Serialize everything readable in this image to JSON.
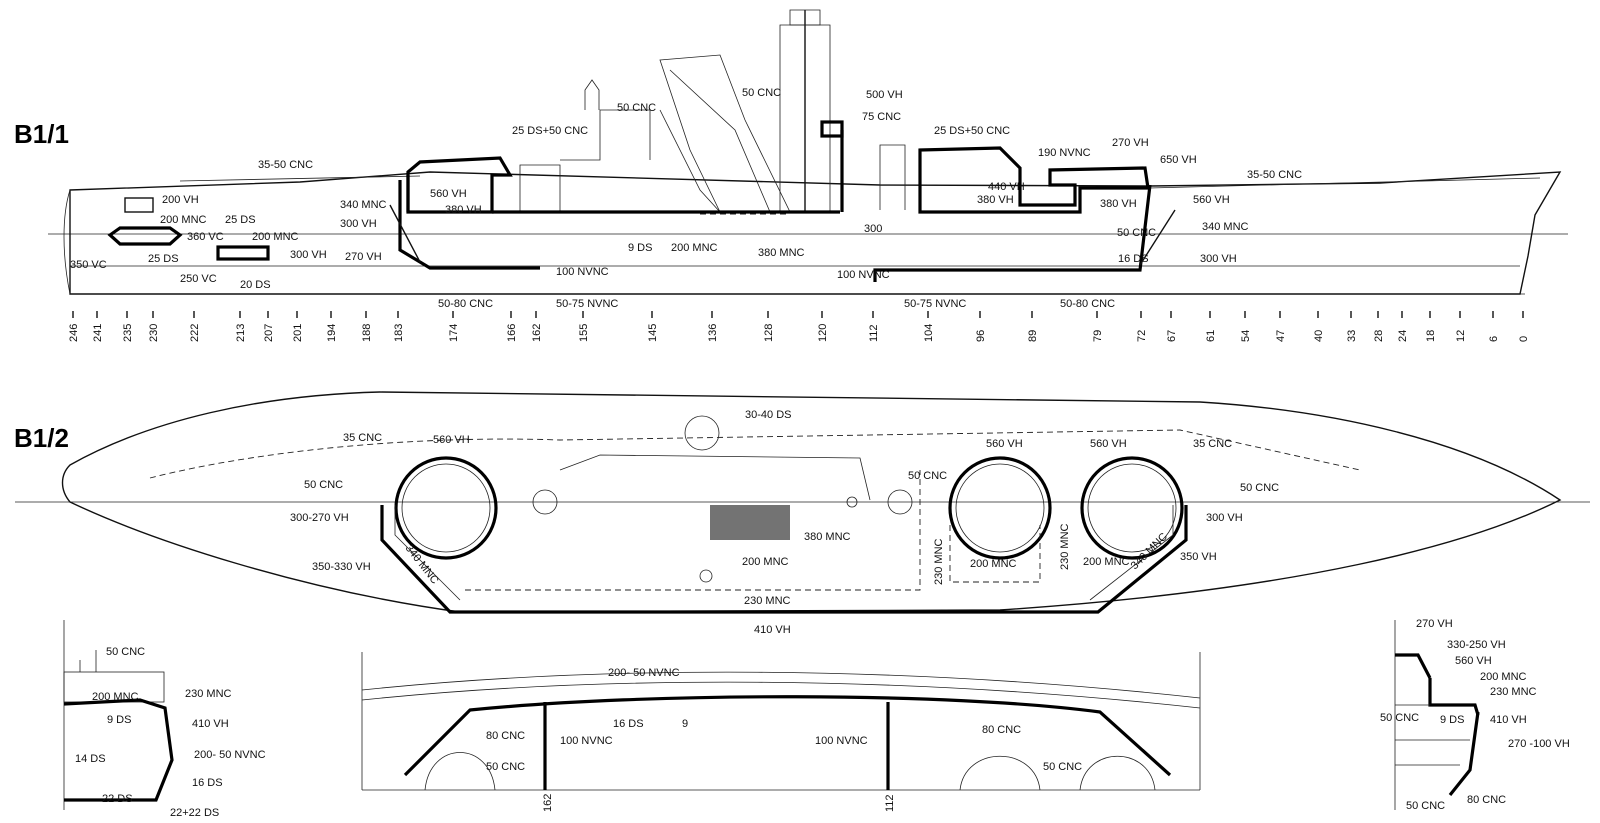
{
  "sections": {
    "profile_title": "B1/1",
    "plan_title": "B1/2"
  },
  "profile": {
    "frames": [
      "246",
      "241",
      "235",
      "230",
      "222",
      "213",
      "207",
      "201",
      "194",
      "188",
      "183",
      "174",
      "166",
      "162",
      "155",
      "145",
      "136",
      "128",
      "120",
      "112",
      "104",
      "96",
      "89",
      "79",
      "72",
      "67",
      "61",
      "54",
      "47",
      "40",
      "33",
      "28",
      "24",
      "18",
      "12",
      "6",
      "0"
    ],
    "labels": {
      "l_35_50_cnc_aft": "35-50 CNC",
      "l_200vh": "200 VH",
      "l_200mnc_aft": "200 MNC",
      "l_25ds_a": "25 DS",
      "l_360vc": "360 VC",
      "l_200mnc_b": "200 MNC",
      "l_350vc": "350 VC",
      "l_25ds_b": "25 DS",
      "l_300vh_a": "300 VH",
      "l_250vc": "250 VC",
      "l_20ds": "20 DS",
      "l_340mnc_a": "340 MNC",
      "l_300vh_b": "300 VH",
      "l_560vh_a": "560 VH",
      "l_380vh_a": "380 VH",
      "l_270vh_a": "270 VH",
      "l_25ds50cnc_a": "25 DS+50 CNC",
      "l_50cnc_a": "50 CNC",
      "l_50cnc_b": "50 CNC",
      "l_500vh": "500 VH",
      "l_75cnc": "75 CNC",
      "l_25ds50cnc_b": "25 DS+50 CNC",
      "l_190nvnc": "190 NVNC",
      "l_270vh_b": "270 VH",
      "l_650vh": "650 VH",
      "l_35_50_cnc_fwd": "35-50 CNC",
      "l_440vh": "440 VH",
      "l_380vh_b": "380 VH",
      "l_380vh_c": "380 VH",
      "l_560vh_b": "560 VH",
      "l_340mnc_b": "340 MNC",
      "l_50cnc_c": "50 CNC",
      "l_16ds": "16 DS",
      "l_300vh_c": "300 VH",
      "l_9ds": "9 DS",
      "l_200mnc_c": "200 MNC",
      "l_380mnc": "380 MNC",
      "l_300": "300",
      "l_100nvnc_a": "100 NVNC",
      "l_100nvnc_b": "100 NVNC",
      "l_50_80cnc_a": "50-80 CNC",
      "l_50_75nvnc_a": "50-75 NVNC",
      "l_50_75nvnc_b": "50-75 NVNC",
      "l_50_80cnc_b": "50-80 CNC"
    }
  },
  "plan": {
    "labels": {
      "p_30_40ds": "30-40 DS",
      "p_35cnc_a": "35 CNC",
      "p_560vh_a": "560 VH",
      "p_560vh_b": "560 VH",
      "p_560vh_c": "560 VH",
      "p_35cnc_b": "35 CNC",
      "p_50cnc_a": "50 CNC",
      "p_50cnc_b": "50 CNC",
      "p_50cnc_c": "50 CNC",
      "p_300_270vh": "300-270 VH",
      "p_300vh": "300 VH",
      "p_380mnc": "380 MNC",
      "p_200mnc_a": "200 MNC",
      "p_230mnc_a": "230 MNC",
      "p_200mnc_b": "200 MNC",
      "p_230mnc_b": "230 MNC",
      "p_200mnc_c": "200 MNC",
      "p_350_330vh": "350-330 VH",
      "p_340mnc_a": "340 MNC",
      "p_340mnc_b": "340 MNC",
      "p_350vh": "350 VH",
      "p_230mnc_c": "230 MNC",
      "p_410vh": "410 VH"
    }
  },
  "section_left": {
    "labels": {
      "s_50cnc": "50 CNC",
      "s_200mnc": "200 MNC",
      "s_230mnc": "230 MNC",
      "s_9ds": "9 DS",
      "s_410vh": "410 VH",
      "s_200_50nvnc": "200- 50 NVNC",
      "s_14ds": "14 DS",
      "s_16ds": "16 DS",
      "s_22ds": "22 DS",
      "s_22_22ds": "22+22 DS"
    }
  },
  "section_mid": {
    "labels": {
      "m_200_50nvnc": "200- 50 NVNC",
      "m_16ds": "16 DS",
      "m_9": "9",
      "m_80cnc_a": "80 CNC",
      "m_100nvnc_a": "100 NVNC",
      "m_100nvnc_b": "100  NVNC",
      "m_80cnc_b": "80 CNC",
      "m_50cnc_a": "50 CNC",
      "m_50cnc_b": "50 CNC",
      "m_f162": "162",
      "m_f112": "112"
    }
  },
  "section_right": {
    "labels": {
      "r_270vh": "270 VH",
      "r_330_250vh": "330-250 VH",
      "r_560vh": "560 VH",
      "r_200mnc": "200 MNC",
      "r_230mnc": "230 MNC",
      "r_50cnc": "50 CNC",
      "r_9ds": "9 DS",
      "r_410vh": "410 VH",
      "r_270_100vh": "270 -100 VH",
      "r_80cnc": "80 CNC",
      "r_50cnc_b": "50 CNC"
    }
  }
}
